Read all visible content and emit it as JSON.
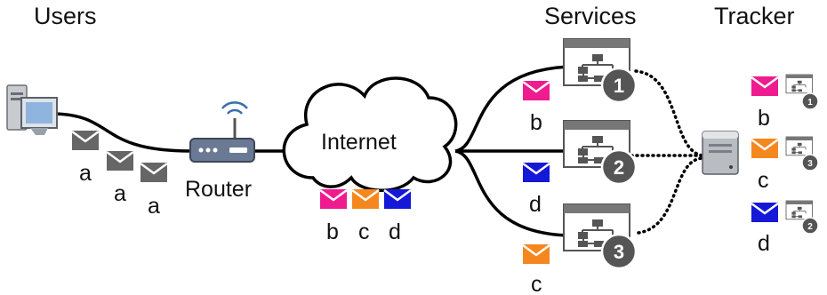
{
  "headers": {
    "users": "Users",
    "services": "Services",
    "tracker": "Tracker"
  },
  "nodes": {
    "router": "Router",
    "internet": "Internet"
  },
  "colors": {
    "pink": "#ee1c8e",
    "orange": "#f5871f",
    "blue": "#1518d6",
    "gray": "#666666",
    "badge": "#555555"
  },
  "user_messages": [
    {
      "letter": "a"
    },
    {
      "letter": "a"
    },
    {
      "letter": "a"
    }
  ],
  "internet_messages": [
    {
      "letter": "b",
      "color": "pink"
    },
    {
      "letter": "c",
      "color": "orange"
    },
    {
      "letter": "d",
      "color": "blue"
    }
  ],
  "services": [
    {
      "number": "1",
      "message": {
        "letter": "b",
        "color": "pink"
      }
    },
    {
      "number": "2",
      "message": {
        "letter": "d",
        "color": "blue"
      }
    },
    {
      "number": "3",
      "message": {
        "letter": "c",
        "color": "orange"
      }
    }
  ],
  "tracker_log": [
    {
      "letter": "b",
      "color": "pink",
      "service": "1"
    },
    {
      "letter": "c",
      "color": "orange",
      "service": "3"
    },
    {
      "letter": "d",
      "color": "blue",
      "service": "2"
    }
  ]
}
